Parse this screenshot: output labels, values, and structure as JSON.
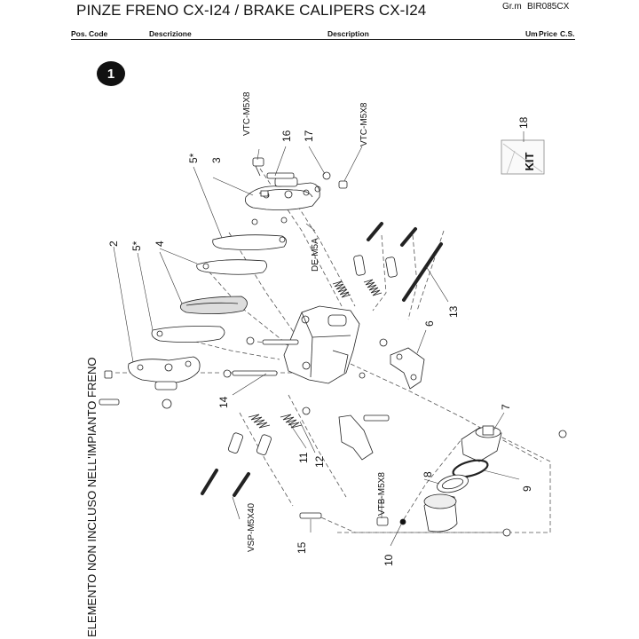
{
  "header": {
    "title": "PINZE FRENO CX-I24 / BRAKE CALIPERS CX-I24",
    "group_label": "Gr.m",
    "group_code": "BIR085CX"
  },
  "columns": {
    "pos": "Pos.",
    "code": "Code",
    "descrizione": "Descrizione",
    "description": "Description",
    "um": "Um",
    "price": "Price",
    "cs": "C.S."
  },
  "side_note": "ELEMENTO NON INCLUSO NELL'IMPIANTO FRENO",
  "badge": "1",
  "kit_label": "KIT",
  "callouts": {
    "n1": "1",
    "n2": "2",
    "n3": "3",
    "n4": "4",
    "n5a": "5*",
    "n5b": "5*",
    "n6": "6",
    "n7": "7",
    "n8": "8",
    "n9": "9",
    "n10": "10",
    "n11": "11",
    "n12": "12",
    "n13": "13",
    "n14": "14",
    "n15": "15",
    "n16": "16",
    "n17": "17",
    "n18": "18"
  },
  "codes": {
    "vtc1": "VTC-M5X8",
    "vtc2": "VTC-M5X8",
    "de": "DE-M5A",
    "vtb": "VTB-M5X8",
    "vsp": "VSP-M5X40"
  }
}
